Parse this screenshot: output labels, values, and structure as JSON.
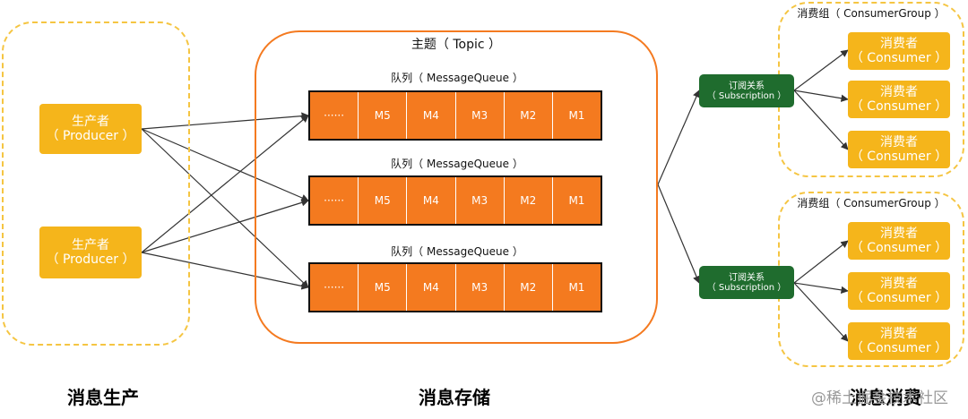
{
  "diagram": {
    "producer_area": {
      "nodes": [
        {
          "title": "生产者",
          "subtitle": "（ Producer ）"
        },
        {
          "title": "生产者",
          "subtitle": "（ Producer ）"
        }
      ],
      "label": "消息生产"
    },
    "topic": {
      "title": "主题（ Topic ）",
      "queues": [
        {
          "title": "队列（ MessageQueue ）",
          "messages": [
            "······",
            "M5",
            "M4",
            "M3",
            "M2",
            "M1"
          ]
        },
        {
          "title": "队列（ MessageQueue ）",
          "messages": [
            "······",
            "M5",
            "M4",
            "M3",
            "M2",
            "M1"
          ]
        },
        {
          "title": "队列（ MessageQueue ）",
          "messages": [
            "······",
            "M5",
            "M4",
            "M3",
            "M2",
            "M1"
          ]
        }
      ],
      "label": "消息存储"
    },
    "subscriptions": [
      {
        "title": "订阅关系",
        "subtitle": "（ Subscription ）"
      },
      {
        "title": "订阅关系",
        "subtitle": "（ Subscription ）"
      }
    ],
    "consumer_groups": [
      {
        "title": "消费组（ ConsumerGroup ）",
        "consumers": [
          {
            "title": "消费者",
            "subtitle": "（ Consumer ）"
          },
          {
            "title": "消费者",
            "subtitle": "（ Consumer ）"
          },
          {
            "title": "消费者",
            "subtitle": "（ Consumer ）"
          }
        ]
      },
      {
        "title": "消费组（ ConsumerGroup ）",
        "consumers": [
          {
            "title": "消费者",
            "subtitle": "（ Consumer ）"
          },
          {
            "title": "消费者",
            "subtitle": "（ Consumer ）"
          },
          {
            "title": "消费者",
            "subtitle": "（ Consumer ）"
          }
        ]
      }
    ],
    "consumer_label": "消息消费",
    "watermark": "@稀土掘金技术社区"
  },
  "colors": {
    "dashed_border": "#f5c542",
    "topic_border": "#f47a20",
    "queue_fill": "#f47a1f",
    "queue_border": "#111111",
    "producer_fill": "#f5b51b",
    "consumer_fill": "#f5b51b",
    "subscription_fill": "#1f6c2e",
    "text_dark": "#111111",
    "arrow": "#333333"
  }
}
